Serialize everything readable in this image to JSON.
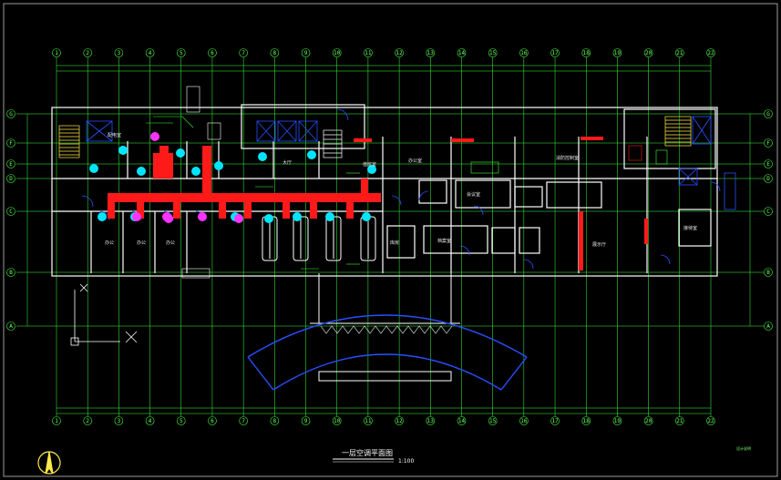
{
  "drawing": {
    "title": "一层空调平面图",
    "scale": "1:100",
    "note": "设计说明"
  },
  "grid": {
    "columns": [
      "1",
      "2",
      "3",
      "4",
      "5",
      "6",
      "7",
      "8",
      "9",
      "10",
      "11",
      "12",
      "13",
      "14",
      "15",
      "16",
      "17",
      "18",
      "19",
      "20",
      "21",
      "22"
    ],
    "rows": [
      "G",
      "F",
      "E",
      "D",
      "C",
      "B",
      "A"
    ]
  },
  "rooms": [
    {
      "id": "r1",
      "label": "配电室"
    },
    {
      "id": "r2",
      "label": "办公"
    },
    {
      "id": "r3",
      "label": "办公"
    },
    {
      "id": "r4",
      "label": "办公"
    },
    {
      "id": "r5",
      "label": "大厅"
    },
    {
      "id": "r6",
      "label": "值班室"
    },
    {
      "id": "r7",
      "label": "办公室"
    },
    {
      "id": "r8",
      "label": "消防控制室"
    },
    {
      "id": "r9",
      "label": "会议室"
    },
    {
      "id": "r10",
      "label": "档案室"
    },
    {
      "id": "r11",
      "label": "接待室"
    },
    {
      "id": "r12",
      "label": "库房"
    },
    {
      "id": "r13",
      "label": "展示厅"
    }
  ],
  "colors": {
    "background": "#000000",
    "grid": "#3cff3c",
    "wall": "#ffffff",
    "duct": "#ff1a1a",
    "equipment": "#00e5ff",
    "accent": "#ff33ff",
    "door": "#2040ff",
    "stair": "#ffe94a"
  },
  "icons": {
    "north_arrow": "north-arrow-icon",
    "ucs": "ucs-icon"
  }
}
